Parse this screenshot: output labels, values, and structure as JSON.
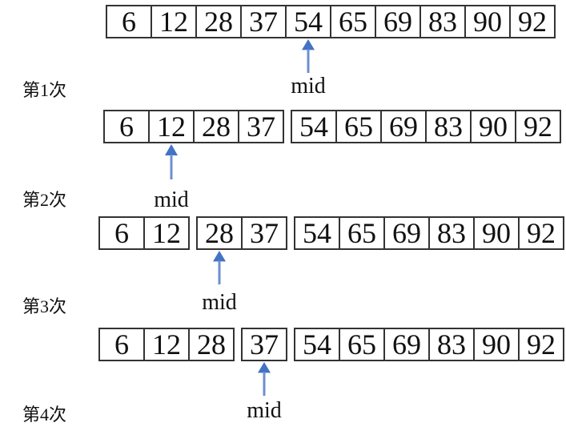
{
  "diagram_title": "binary-search-steps",
  "colors": {
    "arrow_head": "#4472c4",
    "arrow_shaft": "#6d8fd1",
    "border": "#333333",
    "background": "#ffffff"
  },
  "rows": [
    {
      "label": "第1次",
      "mid_label": "mid",
      "mid_value": "54",
      "groups": [
        {
          "cells": [
            "6",
            "12",
            "28",
            "37",
            "54",
            "65",
            "69",
            "83",
            "90",
            "92"
          ]
        }
      ]
    },
    {
      "label": "第2次",
      "mid_label": "mid",
      "mid_value": "12",
      "groups": [
        {
          "cells": [
            "6",
            "12",
            "28",
            "37"
          ]
        },
        {
          "cells": [
            "54",
            "65",
            "69",
            "83",
            "90",
            "92"
          ]
        }
      ]
    },
    {
      "label": "第3次",
      "mid_label": "mid",
      "mid_value": "28",
      "groups": [
        {
          "cells": [
            "6",
            "12"
          ]
        },
        {
          "cells": [
            "28",
            "37"
          ]
        },
        {
          "cells": [
            "54",
            "65",
            "69",
            "83",
            "90",
            "92"
          ]
        }
      ]
    },
    {
      "label": "第4次",
      "mid_label": "mid",
      "mid_value": "37",
      "groups": [
        {
          "cells": [
            "6",
            "12",
            "28"
          ]
        },
        {
          "cells": [
            "37"
          ]
        },
        {
          "cells": [
            "54",
            "65",
            "69",
            "83",
            "90",
            "92"
          ]
        }
      ]
    }
  ]
}
